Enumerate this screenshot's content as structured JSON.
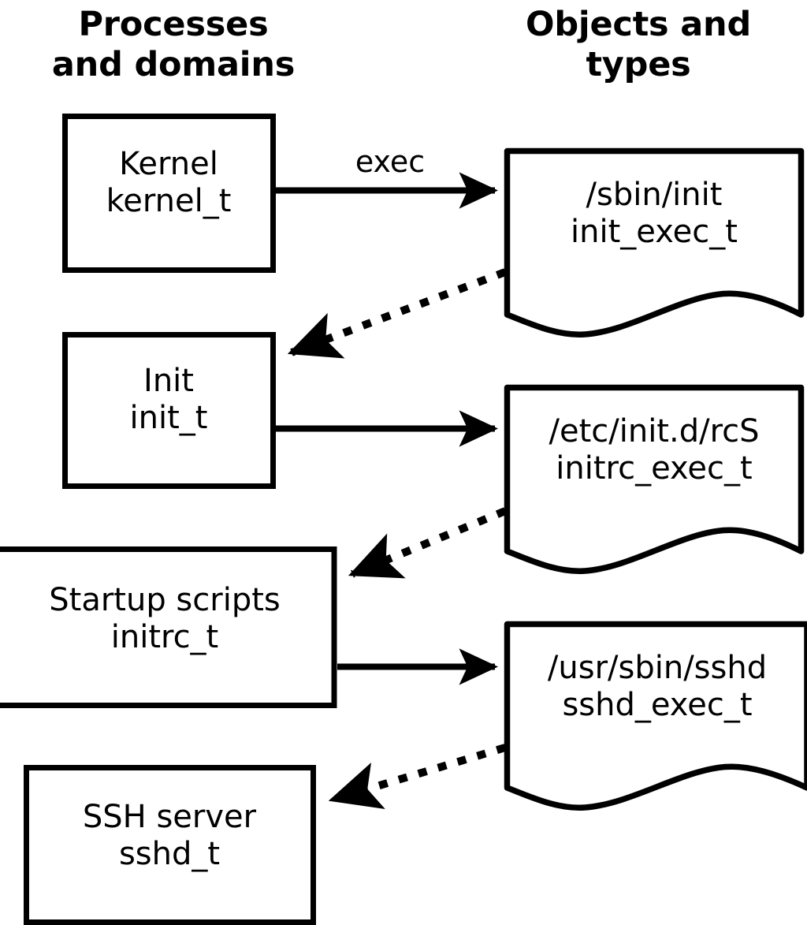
{
  "diagram": {
    "title": "SELinux process domains and object types transition diagram",
    "colors": {
      "stroke": "#000000",
      "fill": "#ffffff",
      "text": "#000000"
    },
    "headers": {
      "left": "Processes\nand domains",
      "right": "Objects and\ntypes"
    },
    "processes": [
      {
        "id": "kernel",
        "name": "Kernel",
        "type": "kernel_t",
        "label": "Kernel\nkernel_t"
      },
      {
        "id": "init",
        "name": "Init",
        "type": "init_t",
        "label": "Init\ninit_t"
      },
      {
        "id": "initrc",
        "name": "Startup scripts",
        "type": "initrc_t",
        "label": "Startup scripts\ninitrc_t"
      },
      {
        "id": "sshd",
        "name": "SSH server",
        "type": "sshd_t",
        "label": "SSH server\nsshd_t"
      }
    ],
    "objects": [
      {
        "id": "init_exec",
        "path": "/sbin/init",
        "type": "init_exec_t",
        "label": "/sbin/init\ninit_exec_t"
      },
      {
        "id": "initrc_exec",
        "path": "/etc/init.d/rcS",
        "type": "initrc_exec_t",
        "label": "/etc/init.d/rcS\ninitrc_exec_t"
      },
      {
        "id": "sshd_exec",
        "path": "/usr/sbin/sshd",
        "type": "sshd_exec_t",
        "label": "/usr/sbin/sshd\nsshd_exec_t"
      }
    ],
    "edges": [
      {
        "id": "e1",
        "from": "kernel",
        "to": "init_exec",
        "style": "solid",
        "label": "exec"
      },
      {
        "id": "e2",
        "from": "init_exec",
        "to": "init",
        "style": "dotted",
        "label": ""
      },
      {
        "id": "e3",
        "from": "init",
        "to": "initrc_exec",
        "style": "solid",
        "label": ""
      },
      {
        "id": "e4",
        "from": "initrc_exec",
        "to": "initrc",
        "style": "dotted",
        "label": ""
      },
      {
        "id": "e5",
        "from": "initrc",
        "to": "sshd_exec",
        "style": "solid",
        "label": ""
      },
      {
        "id": "e6",
        "from": "sshd_exec",
        "to": "sshd",
        "style": "dotted",
        "label": ""
      }
    ]
  }
}
